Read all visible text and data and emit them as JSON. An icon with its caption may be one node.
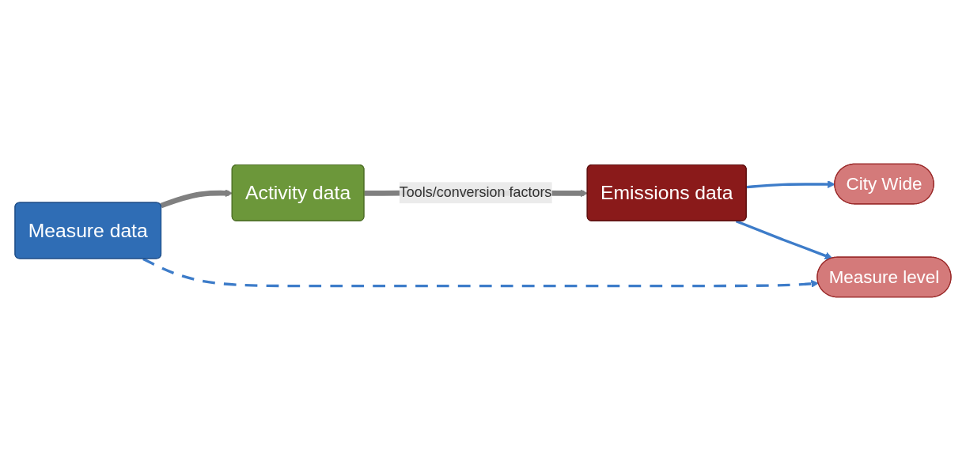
{
  "diagram": {
    "nodes": [
      {
        "text": [
          "Measure data"
        ]
      },
      {
        "text": [
          "Activity data"
        ]
      },
      {
        "text": [
          "Emissions data"
        ]
      },
      {
        "text": [
          "City Wide"
        ]
      },
      {
        "text": [
          "Measure level"
        ]
      }
    ],
    "edges": [
      {
        "from": 0,
        "to": 1,
        "arrow": "to",
        "style": "thick",
        "color": "#808080"
      },
      {
        "from": 1,
        "to": 2,
        "arrow": "to",
        "style": "thick",
        "color": "#808080",
        "label": "Tools/conversion factors"
      },
      {
        "from": 2,
        "to": 3,
        "arrow": "to"
      },
      {
        "from": 2,
        "to": 4,
        "arrow": "to"
      },
      {
        "from": 0,
        "to": 4,
        "arrow": "to",
        "style": "dashed"
      }
    ]
  }
}
